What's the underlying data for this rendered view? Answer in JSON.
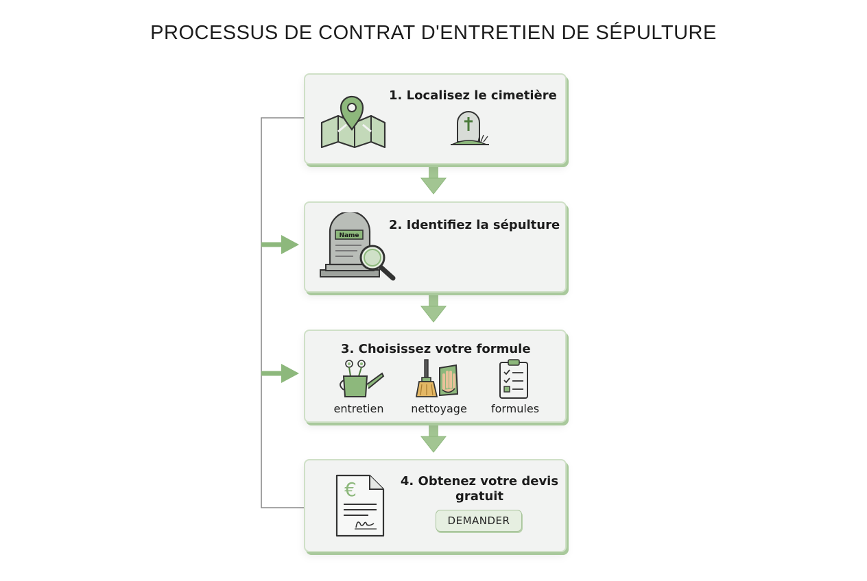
{
  "title": "PROCESSUS DE CONTRAT D'ENTRETIEN DE SÉPULTURE",
  "colors": {
    "accent": "#8db87c",
    "card_bg": "#f2f3f2",
    "line": "#8a8a8a"
  },
  "steps": [
    {
      "title": "1. Localisez le cimetière",
      "icons": [
        "map-pin-icon",
        "tombstone-cross-icon"
      ]
    },
    {
      "title": "2. Identifiez la sépulture",
      "icons": [
        "tombstone-search-icon"
      ],
      "tag": "Name"
    },
    {
      "title": "3. Choisissez votre formule",
      "options": [
        {
          "label": "entretien",
          "icon": "watering-can-flowers-icon"
        },
        {
          "label": "nettoyage",
          "icon": "brush-glove-icon"
        },
        {
          "label": "formules",
          "icon": "checklist-icon"
        }
      ]
    },
    {
      "title_line1": "4. Obtenez votre devis",
      "title_line2": "gratuit",
      "icon": "euro-document-icon",
      "currency": "€",
      "button_label": "DEMANDER"
    }
  ]
}
